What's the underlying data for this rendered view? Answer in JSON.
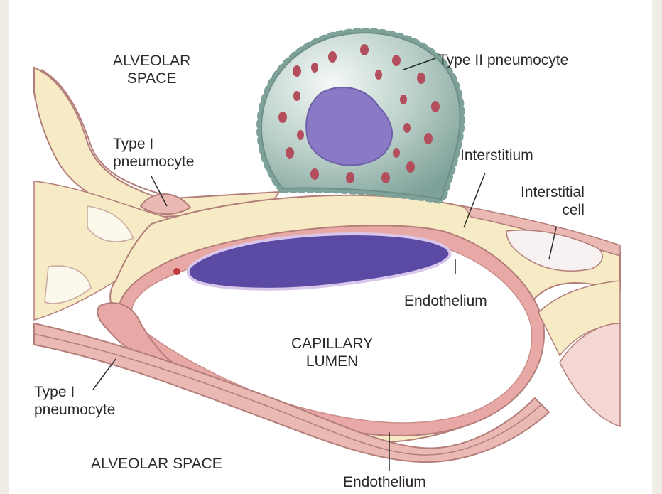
{
  "labels": {
    "alveolar_space_top": [
      "ALVEOLAR",
      "SPACE"
    ],
    "type2": "Type II pneumocyte",
    "type1_upper": [
      "Type I",
      "pneumocyte"
    ],
    "interstitium": "Interstitium",
    "interstitial_cell": [
      "Interstitial",
      "cell"
    ],
    "endothelium_upper": "Endothelium",
    "capillary_lumen": [
      "CAPILLARY",
      "LUMEN"
    ],
    "type1_lower": [
      "Type I",
      "pneumocyte"
    ],
    "alveolar_space_bottom": "ALVEOLAR SPACE",
    "endothelium_lower": "Endothelium"
  },
  "colors": {
    "page_bg": "#efede4",
    "interstitium": "#f6ebc4",
    "epithelium": "#eab9b4",
    "endothelium": "#e8a9a6",
    "outline": "#b37d79",
    "type2_cell": "#8fb2aa",
    "nucleus": "#8a79c4",
    "red_cell": "#5a4aa3",
    "granule": "#b34f5d",
    "interstitial_cell": "#f7f1f1"
  }
}
